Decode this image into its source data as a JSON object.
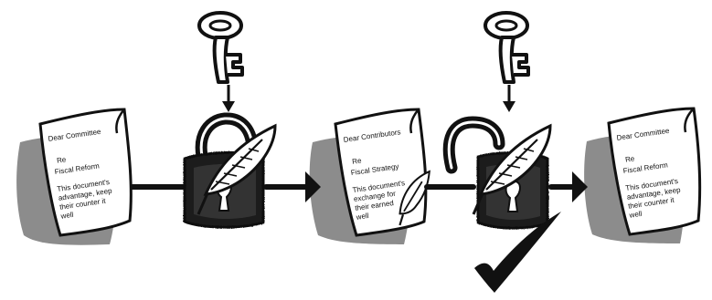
{
  "diagram": {
    "steps": [
      {
        "document_state": "plain",
        "lines": [
          "Dear Committee",
          "Re",
          "Fiscal Reform",
          "This document's",
          "advantage, keep",
          "their counter it",
          "well"
        ]
      },
      {
        "lock_state": "locked",
        "icons": [
          "key-icon",
          "down-arrow-icon",
          "padlock-icon",
          "quill-pen-icon"
        ]
      },
      {
        "document_state": "signed",
        "lines": [
          "Dear Contributors",
          "Re",
          "Fiscal Strategy",
          "This document's",
          "exchange for",
          "their earned",
          "well"
        ]
      },
      {
        "lock_state": "unlocked",
        "icons": [
          "key-icon",
          "down-arrow-icon",
          "open-padlock-icon",
          "quill-pen-icon",
          "checkmark-icon"
        ]
      },
      {
        "document_state": "verified",
        "lines": [
          "Dear Committee",
          "Re",
          "Fiscal Reform",
          "This document's",
          "advantage, keep",
          "their counter it",
          "well"
        ]
      }
    ],
    "colors": {
      "ink": "#111111",
      "shadow": "#8c8c8c",
      "paper": "#ffffff",
      "ink_soft": "#333333"
    }
  }
}
